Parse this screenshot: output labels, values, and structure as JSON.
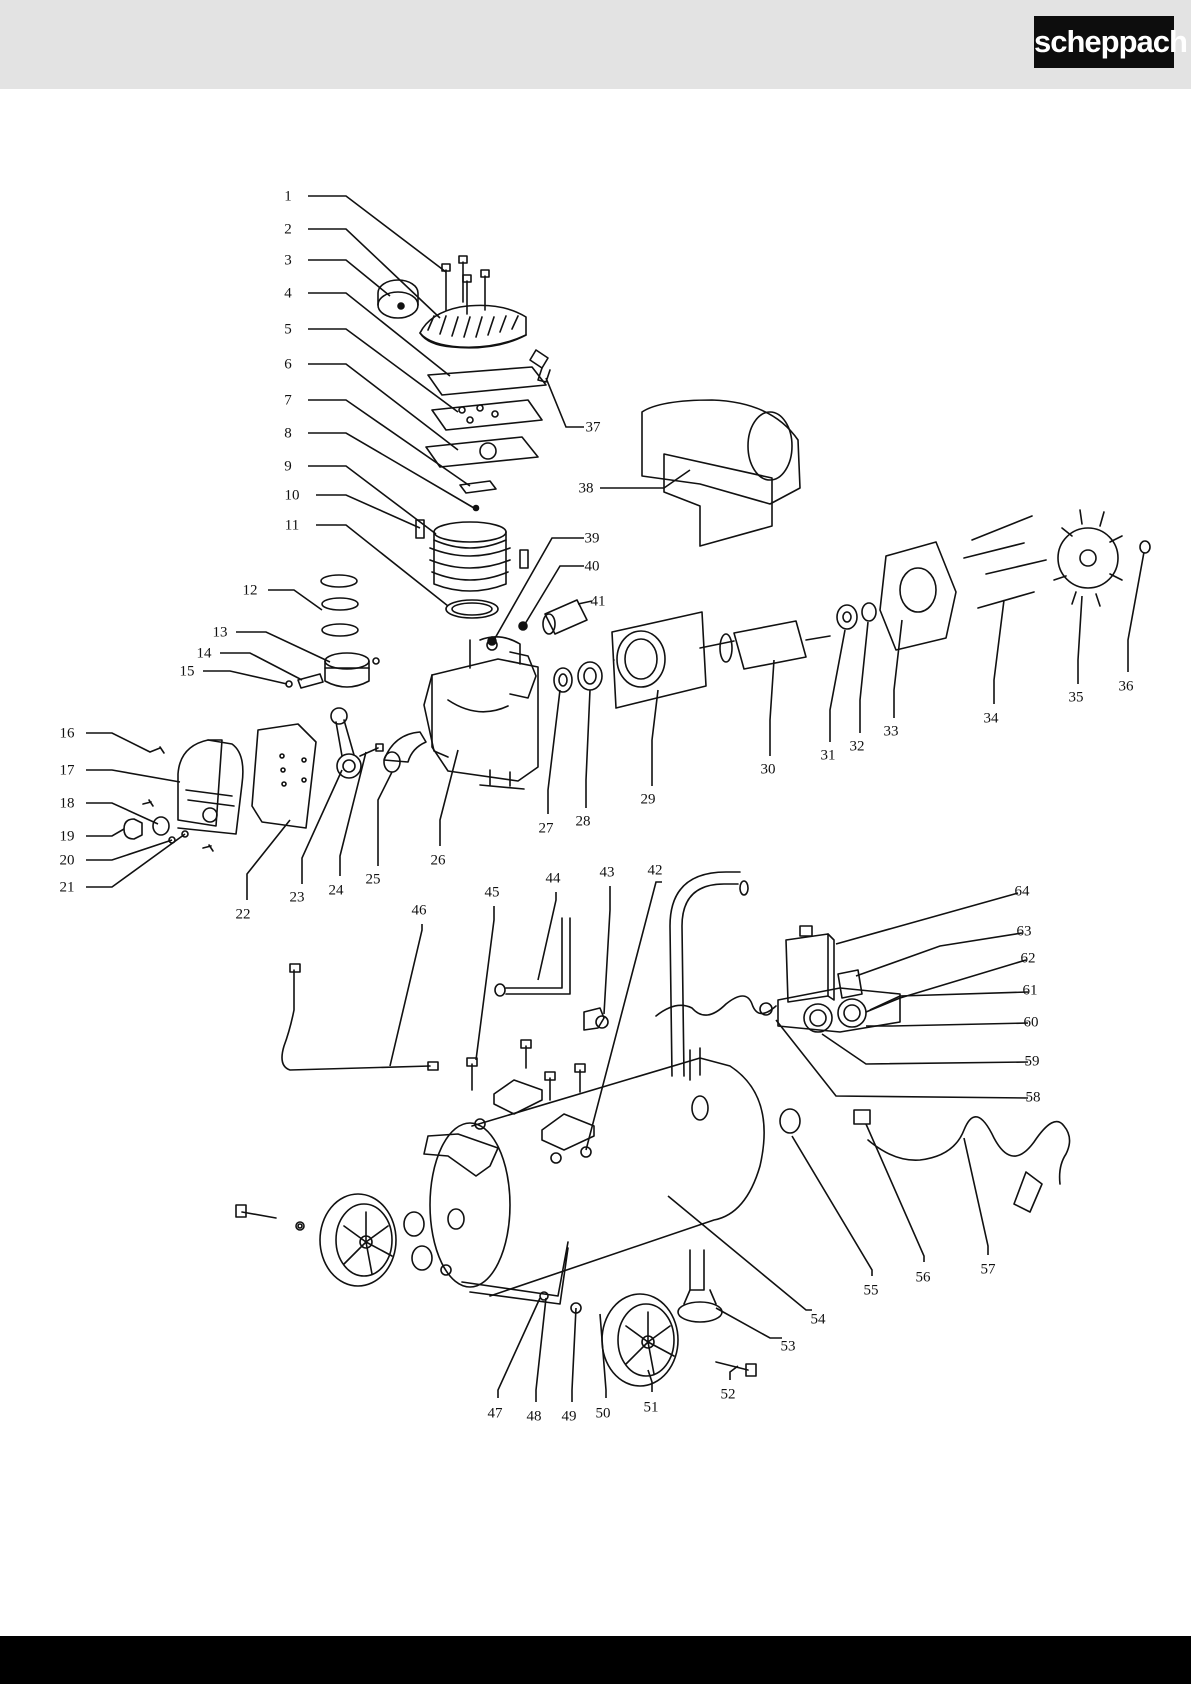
{
  "brand": {
    "logo_text": "scheppach"
  },
  "colors": {
    "header_bg": "#e3e3e3",
    "logo_bg": "#0d0d0d",
    "footer_bg": "#000000",
    "line": "#111111"
  },
  "parts": [
    {
      "n": "1"
    },
    {
      "n": "2"
    },
    {
      "n": "3"
    },
    {
      "n": "4"
    },
    {
      "n": "5"
    },
    {
      "n": "6"
    },
    {
      "n": "7"
    },
    {
      "n": "8"
    },
    {
      "n": "9"
    },
    {
      "n": "10"
    },
    {
      "n": "11"
    },
    {
      "n": "12"
    },
    {
      "n": "13"
    },
    {
      "n": "14"
    },
    {
      "n": "15"
    },
    {
      "n": "16"
    },
    {
      "n": "17"
    },
    {
      "n": "18"
    },
    {
      "n": "19"
    },
    {
      "n": "20"
    },
    {
      "n": "21"
    },
    {
      "n": "22"
    },
    {
      "n": "23"
    },
    {
      "n": "24"
    },
    {
      "n": "25"
    },
    {
      "n": "26"
    },
    {
      "n": "27"
    },
    {
      "n": "28"
    },
    {
      "n": "29"
    },
    {
      "n": "30"
    },
    {
      "n": "31"
    },
    {
      "n": "32"
    },
    {
      "n": "33"
    },
    {
      "n": "34"
    },
    {
      "n": "35"
    },
    {
      "n": "36"
    },
    {
      "n": "37"
    },
    {
      "n": "38"
    },
    {
      "n": "39"
    },
    {
      "n": "40"
    },
    {
      "n": "41"
    },
    {
      "n": "42"
    },
    {
      "n": "43"
    },
    {
      "n": "44"
    },
    {
      "n": "45"
    },
    {
      "n": "46"
    },
    {
      "n": "47"
    },
    {
      "n": "48"
    },
    {
      "n": "49"
    },
    {
      "n": "50"
    },
    {
      "n": "51"
    },
    {
      "n": "52"
    },
    {
      "n": "53"
    },
    {
      "n": "54"
    },
    {
      "n": "55"
    },
    {
      "n": "56"
    },
    {
      "n": "57"
    },
    {
      "n": "58"
    },
    {
      "n": "59"
    },
    {
      "n": "60"
    },
    {
      "n": "61"
    },
    {
      "n": "62"
    },
    {
      "n": "63"
    },
    {
      "n": "64"
    }
  ]
}
